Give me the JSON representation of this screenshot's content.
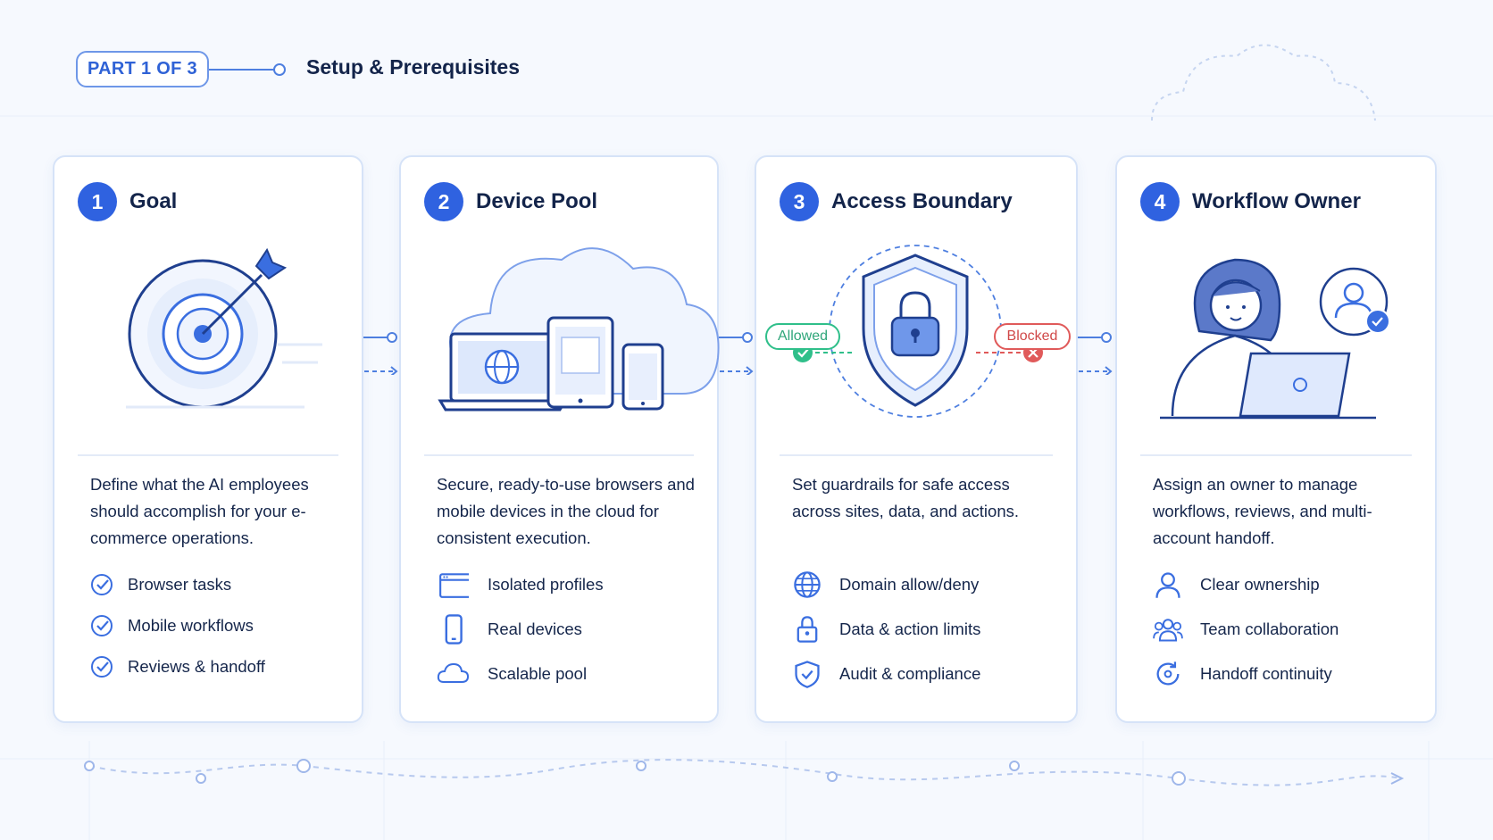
{
  "header": {
    "part_label": "PART 1 OF 3",
    "title": "Setup & Prerequisites"
  },
  "colors": {
    "accent": "#2f62e0",
    "allowed": "#2fbf8a",
    "blocked": "#e05a5a"
  },
  "steps": [
    {
      "number": "1",
      "title": "Goal",
      "description": "Define what the AI employees should accomplish for your e-commerce operations.",
      "illustration_icon": "target-icon",
      "features": [
        {
          "icon": "check-circle-icon",
          "label": "Browser tasks"
        },
        {
          "icon": "check-circle-icon",
          "label": "Mobile workflows"
        },
        {
          "icon": "check-circle-icon",
          "label": "Reviews & handoff"
        }
      ]
    },
    {
      "number": "2",
      "title": "Device Pool",
      "description": "Secure, ready-to-use browsers and mobile devices in the cloud for consistent execution.",
      "illustration_icon": "cloud-devices-icon",
      "features": [
        {
          "icon": "browser-window-icon",
          "label": "Isolated profiles"
        },
        {
          "icon": "smartphone-icon",
          "label": "Real devices"
        },
        {
          "icon": "cloud-icon",
          "label": "Scalable pool"
        }
      ]
    },
    {
      "number": "3",
      "title": "Access Boundary",
      "description": "Set guardrails for safe access across sites, data, and actions.",
      "illustration_icon": "shield-lock-icon",
      "allowed_label": "Allowed",
      "blocked_label": "Blocked",
      "features": [
        {
          "icon": "globe-icon",
          "label": "Domain allow/deny"
        },
        {
          "icon": "lock-icon",
          "label": "Data & action limits"
        },
        {
          "icon": "shield-check-icon",
          "label": "Audit & compliance"
        }
      ]
    },
    {
      "number": "4",
      "title": "Workflow Owner",
      "description": "Assign an owner to manage workflows, reviews, and multi-account handoff.",
      "illustration_icon": "person-laptop-icon",
      "features": [
        {
          "icon": "user-icon",
          "label": "Clear ownership"
        },
        {
          "icon": "team-icon",
          "label": "Team collaboration"
        },
        {
          "icon": "refresh-icon",
          "label": "Handoff continuity"
        }
      ]
    }
  ]
}
